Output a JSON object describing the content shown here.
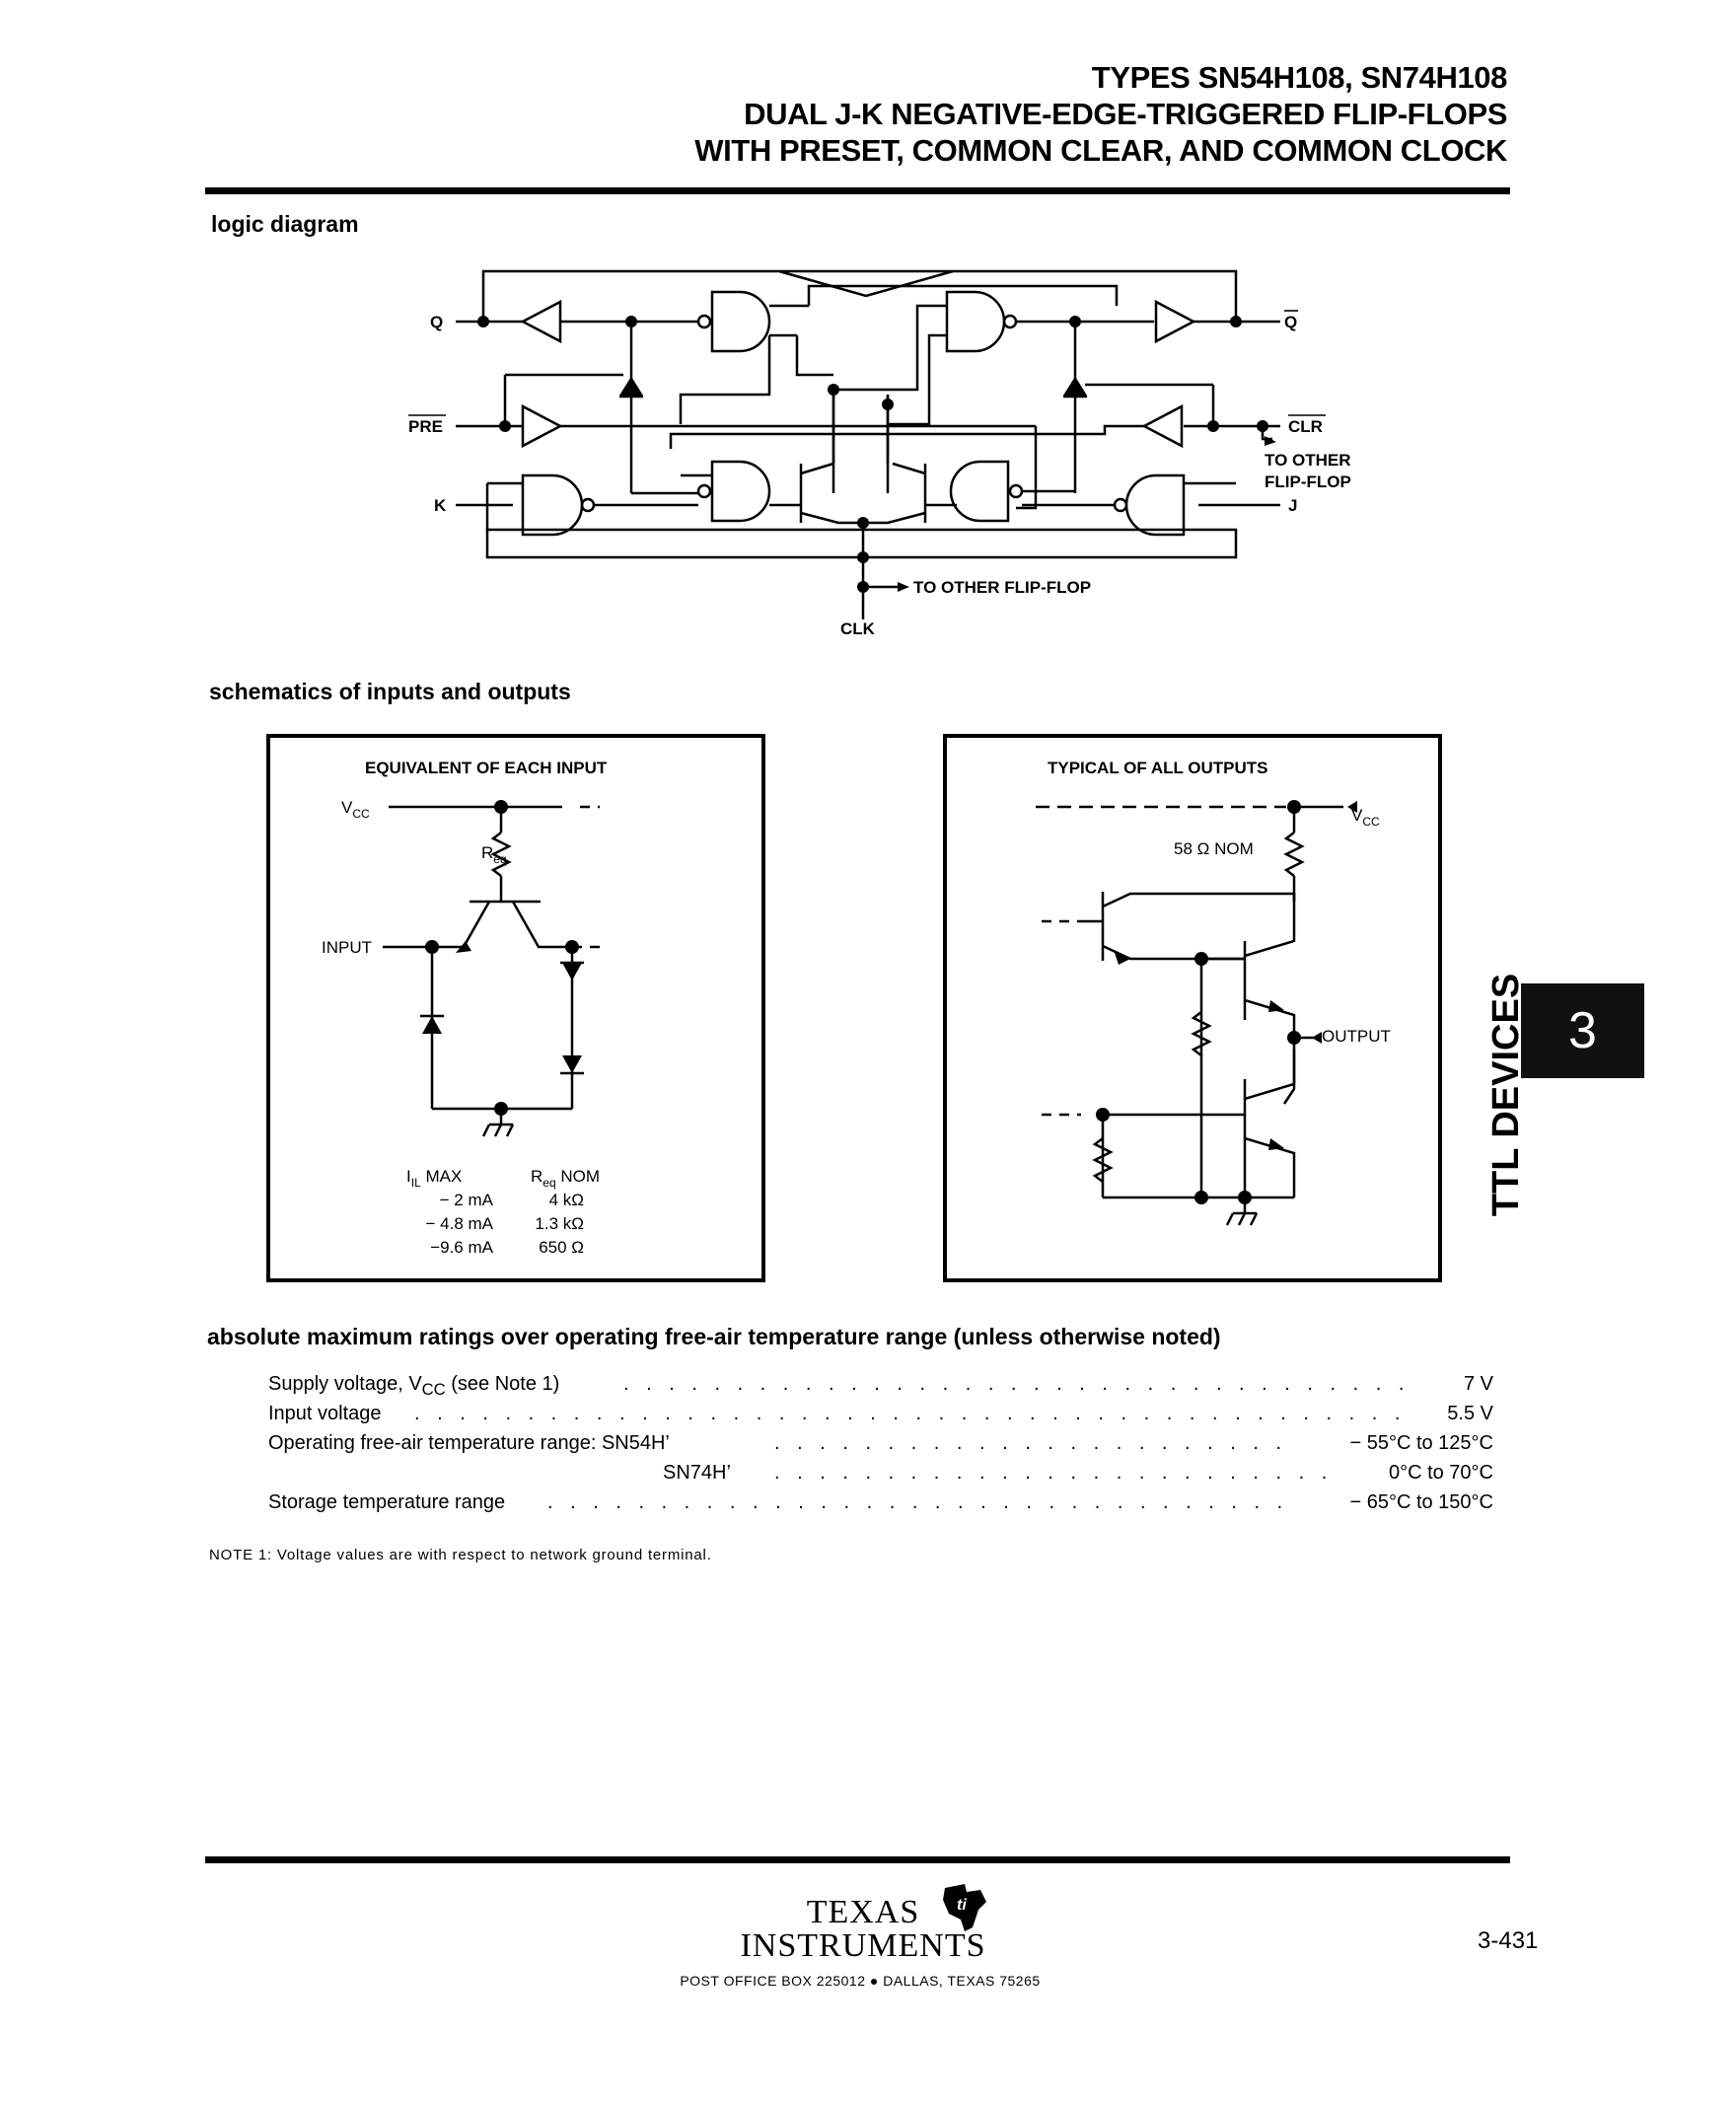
{
  "header": {
    "line1": "TYPES SN54H108, SN74H108",
    "line2": "DUAL J-K NEGATIVE-EDGE-TRIGGERED FLIP-FLOPS",
    "line3": "WITH PRESET, COMMON CLEAR, AND COMMON CLOCK"
  },
  "logic_diagram": {
    "heading": "logic diagram",
    "labels": {
      "q": "Q",
      "q_bar": "Q",
      "pre": "PRE",
      "clr": "CLR",
      "k": "K",
      "j": "J",
      "to_other_ff_1": "TO OTHER",
      "to_other_ff_2": "FLIP-FLOP",
      "to_other_ff_clk": "TO OTHER FLIP-FLOP",
      "clk": "CLK"
    }
  },
  "schematics": {
    "heading": "schematics of inputs and outputs",
    "input": {
      "title": "EQUIVALENT OF EACH INPUT",
      "vcc": "V",
      "vcc_sub": "CC",
      "req": "R",
      "req_sub": "eq",
      "input_label": "INPUT",
      "table_head_1": "I",
      "table_head_1_sub": "IL",
      "table_head_1_rest": " MAX",
      "table_head_2": "R",
      "table_head_2_sub": "eq",
      "table_head_2_rest": " NOM",
      "rows": [
        {
          "iil": "− 2 mA",
          "req": "4 kΩ"
        },
        {
          "iil": "− 4.8 mA",
          "req": "1.3 kΩ"
        },
        {
          "iil": "−9.6 mA",
          "req": "650 Ω"
        }
      ]
    },
    "output": {
      "title": "TYPICAL OF ALL OUTPUTS",
      "vcc": "V",
      "vcc_sub": "CC",
      "resistor": "58 Ω NOM",
      "output_label": "OUTPUT"
    }
  },
  "ratings": {
    "heading": "absolute maximum ratings over operating free-air temperature range (unless otherwise noted)",
    "rows": [
      {
        "label": "Supply voltage, V",
        "sub": "CC",
        "rest": " (see Note 1)",
        "value": "7 V"
      },
      {
        "label": "Input voltage",
        "sub": "",
        "rest": "",
        "value": "5.5 V"
      },
      {
        "label": "Operating free-air temperature range:  SN54H’",
        "sub": "",
        "rest": "",
        "value": "− 55°C to 125°C"
      },
      {
        "label": "SN74H’",
        "sub": "",
        "rest": "",
        "value": "0°C to 70°C"
      },
      {
        "label": "Storage temperature range",
        "sub": "",
        "rest": "",
        "value": "− 65°C to 150°C"
      }
    ],
    "note": "NOTE 1:  Voltage values are with respect to network ground terminal."
  },
  "side_tab": {
    "number": "3",
    "text": "TTL DEVICES"
  },
  "footer": {
    "company_line1": "TEXAS",
    "company_line2": "INSTRUMENTS",
    "address": "POST OFFICE BOX 225012 ● DALLAS, TEXAS 75265",
    "page": "3-431"
  }
}
